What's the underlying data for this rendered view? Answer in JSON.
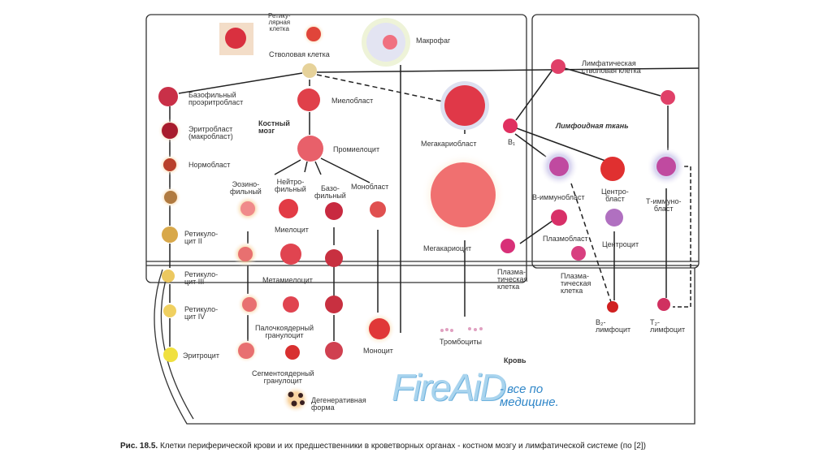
{
  "labels": {
    "reticular_cell": "Ретику-\nлярная\nклетка",
    "macrophage": "Макрофаг",
    "stem_cell": "Стволовая клетка",
    "bone_marrow": "Костный\nмозг",
    "basophilic_proerythroblast": "Базофильный\nпроэритробласт",
    "erythroblast": "Эритробласт\n(макробласт)",
    "normoblast": "Нормобласт",
    "reticulocyte_2": "Ретикуло-\nцит II",
    "reticulocyte_3": "Ретикуло-\nцит III",
    "reticulocyte_4": "Ретикуло-\nцит IV",
    "erythrocyte": "Эритроцит",
    "myeloblast": "Миелобласт",
    "promyelocyte": "Промиелоцит",
    "eosinophilic": "Эозино-\nфильный",
    "neutrophilic": "Нейтро-\nфильный",
    "basophilic": "Базо-\nфильный",
    "monoblast": "Монобласт",
    "myelocyte": "Миелоцит",
    "metamyelocyte": "Метамиелоцит",
    "band_granulocyte": "Палочкоядерный\nгранулоцит",
    "segmented_granulocyte": "Сегментоядерный\nгранулоцит",
    "degenerative_form": "Дегенеративная\nформа",
    "monocyte": "Моноцит",
    "megakaryoblast": "Мегакариобласт",
    "megakaryocyte": "Мегакариоцит",
    "thrombocytes": "Тромбоциты",
    "blood": "Кровь",
    "lymphatic_stem_cell": "Лимфатическая\nстволовая клетка",
    "lymphoid_tissue": "Лимфоидная ткань",
    "b1": "B₁",
    "b_immunoblast": "В-иммунобласт",
    "centroblast": "Центро-\nбласт",
    "t_immunoblast": "Т-иммуно-\nбласт",
    "plasmoblast": "Плазмобласт",
    "centrocyte": "Центроцит",
    "plasma_cell_1": "Плазма-\nтическая\nклетка",
    "plasma_cell_2": "Плазма-\nтическая\nклетка",
    "b2_lymphocyte": "B₂-\nлимфоцит",
    "t2_lymphocyte": "T₂-\nлимфоцит"
  },
  "watermark": {
    "logo": "FireAiD",
    "tagline": "- все по\nмедицине."
  },
  "caption": {
    "prefix": "Рис. 18.5.",
    "text": " Клетки периферической крови и их предшественники в кроветворных органах - костном мозгу и лимфатической системе (по [2])"
  },
  "colors": {
    "cell_red": "#e4384a",
    "cell_purple": "#b05aa8",
    "frame": "#333333",
    "watermark": "#a9d4ee"
  }
}
